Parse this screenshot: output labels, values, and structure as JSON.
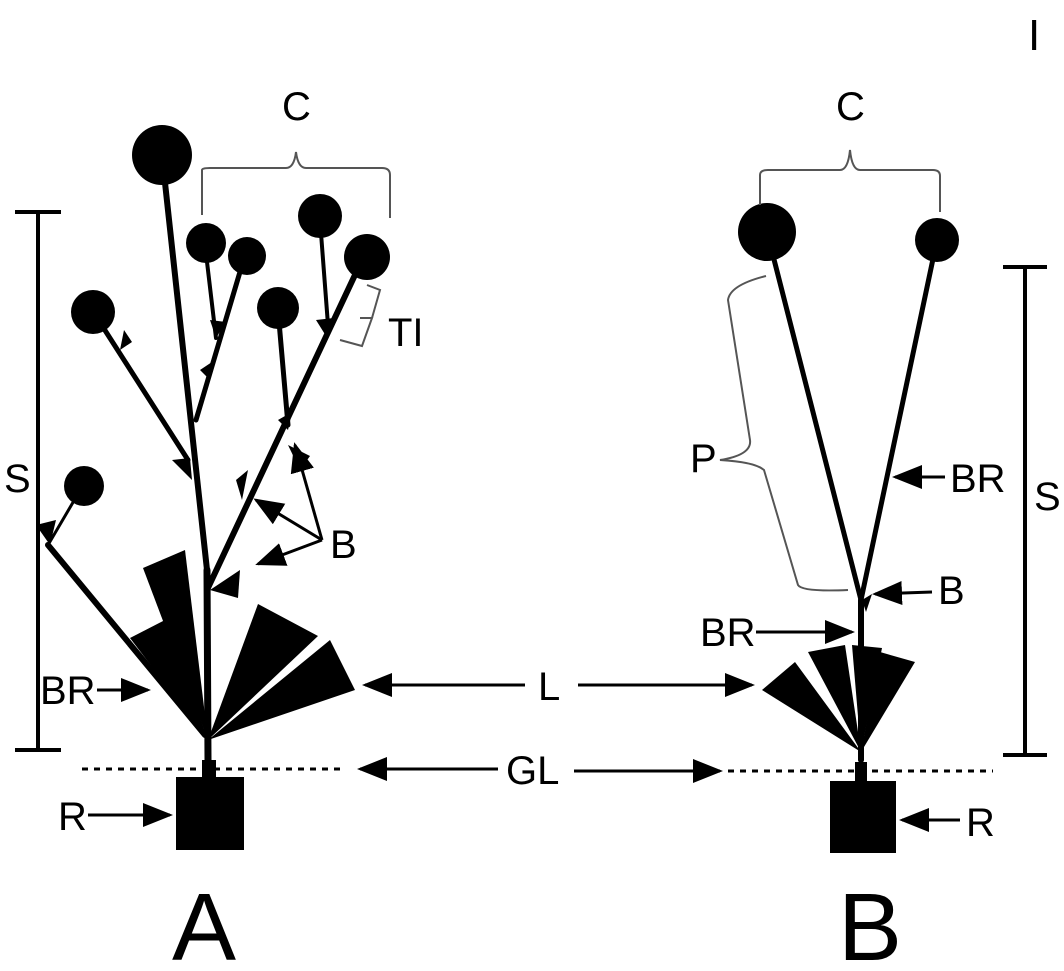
{
  "corner_mark": "I",
  "labels": {
    "crown": "C",
    "stem": "S",
    "branch": "BR",
    "bract": "B",
    "terminal": "TI",
    "peduncle": "P",
    "leaf": "L",
    "ground_line": "GL",
    "root": "R"
  },
  "panels": {
    "a": "A",
    "b": "B"
  },
  "colors": {
    "ink": "#000000",
    "bracket_gray": "#555555",
    "background": "#ffffff"
  }
}
